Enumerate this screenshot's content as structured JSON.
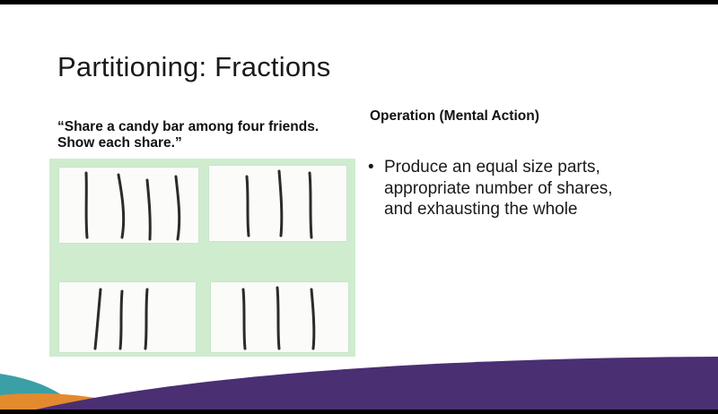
{
  "slide": {
    "title": "Partitioning: Fractions",
    "task_quote_line1": "“Share a candy bar among four friends.",
    "task_quote_line2": "Show each share.”",
    "operation_heading": "Operation (Mental Action)",
    "bullets": [
      {
        "line1": "Produce an equal size parts,",
        "line2": "appropriate number of shares,",
        "line3": "and exhausting the whole"
      }
    ]
  },
  "colors": {
    "purple": "#4a2f73",
    "teal": "#3aa0a6",
    "orange": "#e38a2e",
    "photo_green": "#cfeccf"
  }
}
